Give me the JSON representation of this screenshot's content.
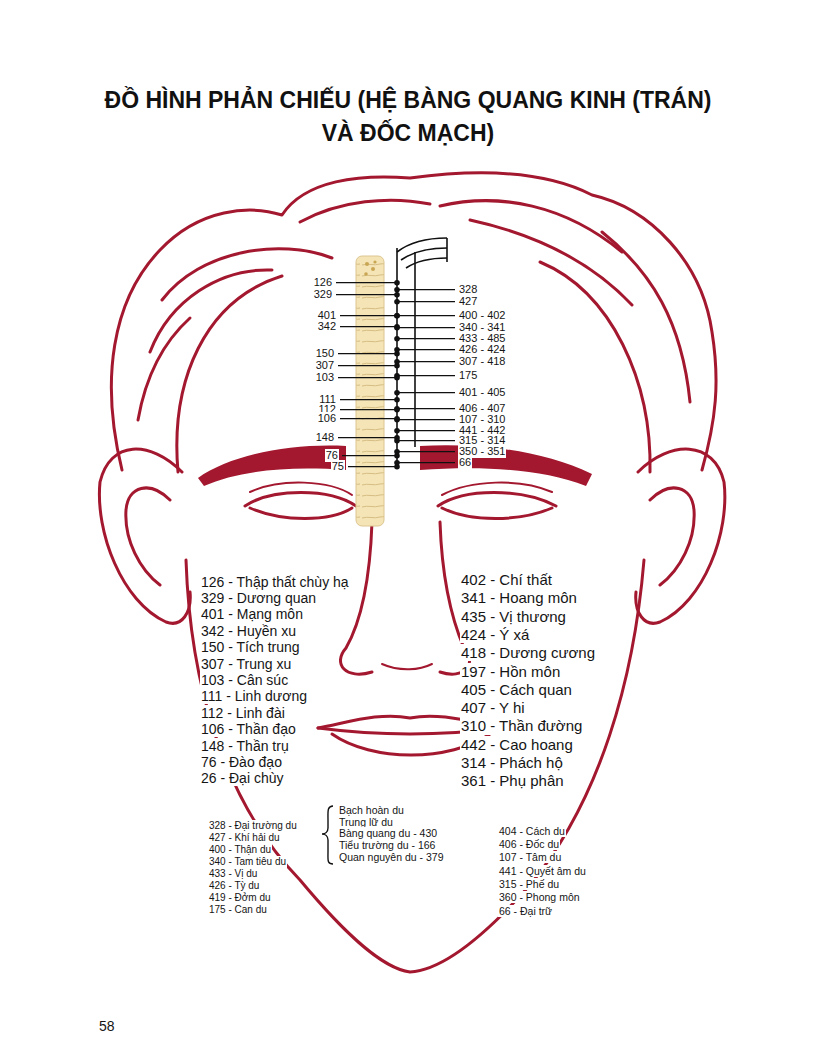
{
  "diagram": {
    "title": "ĐỒ HÌNH PHẢN CHIẾU (HỆ BÀNG QUANG KINH (TRÁN) VÀ ĐỐC MẠCH)",
    "labels": [
      "126",
      "329",
      "401",
      "342",
      "150",
      "307",
      "103",
      "111",
      "112",
      "106",
      "148",
      "76",
      "75",
      "328",
      "427",
      "400 - 402",
      "340 - 341",
      "433 - 485",
      "426 - 424",
      "307 - 418",
      "175",
      "401 - 405",
      "406 - 407",
      "107 - 310",
      "441 - 442",
      "315 - 314",
      "350 - 351",
      "66",
      "126 - Thập thất chùy hạ",
      "329 - Dương quan",
      "401 - Mạng môn",
      "342 - Huyền xu",
      "150 - Tích trung",
      "307 - Trung xu",
      "103 - Cân súc",
      "111 - Linh dương",
      "112 - Linh đài",
      "106 - Thần đạo",
      "148 - Thần trụ",
      "76 - Đào đạo",
      "26 - Đại chùy",
      "402 - Chí thất",
      "341 - Hoang môn",
      "435 - Vị thương",
      "424 - Ý xá",
      "418 - Dương cương",
      "197 - Hồn môn",
      "405 - Cách quan",
      "407 - Y hi",
      "310 - Thần đường",
      "442 - Cao hoang",
      "314 - Phách hộ",
      "361 - Phụ phân",
      "328 - Đại trường du",
      "427 - Khí hải du",
      "400 - Thận du",
      "340 - Tam tiêu du",
      "433 - Vị du",
      "426 - Tỳ du",
      "419 - Đởm du",
      "175 - Can du",
      "Bạch hoàn du",
      "Trung lữ du",
      "Bàng quang du - 430",
      "Tiểu trường du - 166",
      "Quan nguyên du - 379",
      "404 - Cách du",
      "406 - Đốc du",
      "107 - Tâm du",
      "441 - Quyết âm du",
      "315 - Phế du",
      "360 - Phong môn",
      "66 - Đại trữ",
      "58"
    ]
  }
}
